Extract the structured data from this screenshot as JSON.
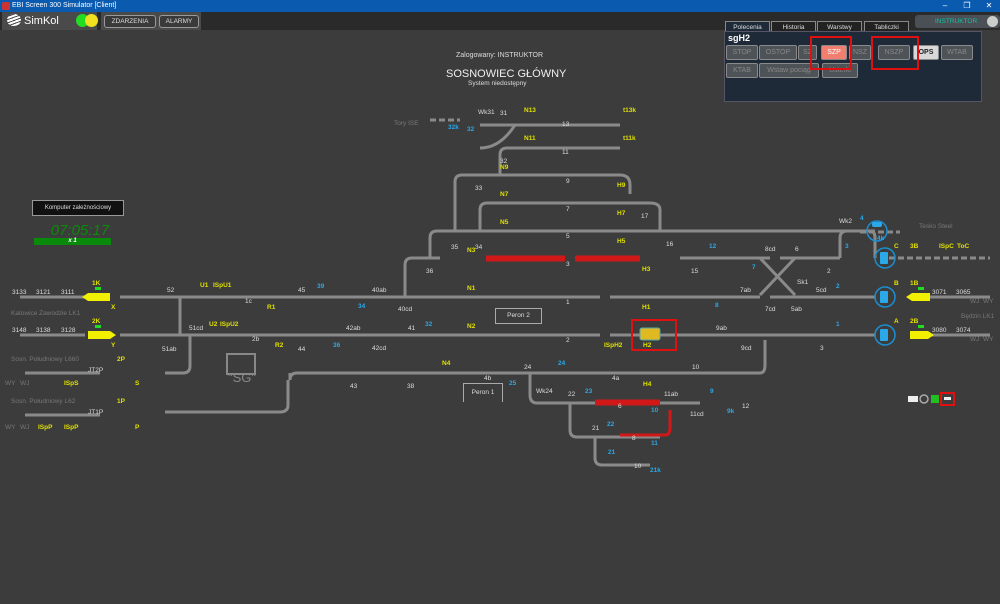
{
  "window": {
    "title": "EBI Screen 300 Simulator [Client]",
    "controls": [
      "–",
      "❐",
      "✕"
    ]
  },
  "logo": {
    "name": "SimKol"
  },
  "status_lamps": [
    {
      "color": "#22dd22"
    },
    {
      "color": "#f0e020"
    }
  ],
  "top_buttons": {
    "events": "ZDARZENIA",
    "alarms": "ALARMY"
  },
  "user": {
    "label": "INSTRUKTOR"
  },
  "panel": {
    "tabs": [
      "Polecenia",
      "Historia",
      "Warstwy",
      "Tabliczki"
    ],
    "active_tab": "Polecenia",
    "selected_object": "sgH2",
    "buttons_row1": [
      "STOP",
      "OSTOP",
      "SZ",
      "SZP",
      "NSZ",
      "NSZP",
      "OPS",
      "WTAB"
    ],
    "buttons_row2": [
      "KTAB",
      "Wstaw pociąg",
      "Usterki"
    ]
  },
  "header": {
    "logged_in": "Zalogowany: INSTRUKTOR",
    "station": "SOSNOWIEC GŁÓWNY",
    "system_status": "System niedostępny"
  },
  "interlocking": {
    "label": "Komputer zależnościowy",
    "clock": "07:05:17",
    "speed": "x 1"
  },
  "platforms": {
    "p1": "Peron 1",
    "p2": "Peron 2"
  },
  "sg_label": "\"SG\"",
  "lines": {
    "katowice": "Katowice Zawodzie LK1",
    "l660": "Sosn. Południowy L660",
    "l62": "Sosn. Południowy L62",
    "bedzin": "Będzin LK1",
    "tesko": "Tesko Steel",
    "tory_ise": "Tory ISE"
  },
  "labels_gray": [
    [
      "3133",
      12,
      289
    ],
    [
      "3121",
      36,
      289
    ],
    [
      "3111",
      61,
      289
    ],
    [
      "3148",
      12,
      327
    ],
    [
      "3138",
      36,
      327
    ],
    [
      "3128",
      61,
      327
    ],
    [
      "52",
      167,
      287
    ],
    [
      "1c",
      245,
      298
    ],
    [
      "2b",
      252,
      336
    ],
    [
      "51cd",
      189,
      325
    ],
    [
      "51ab",
      162,
      346
    ],
    [
      "45",
      298,
      287
    ],
    [
      "40ab",
      372,
      287
    ],
    [
      "40cd",
      398,
      306
    ],
    [
      "42ab",
      346,
      325
    ],
    [
      "42cd",
      372,
      345
    ],
    [
      "41",
      408,
      325
    ],
    [
      "44",
      298,
      346
    ],
    [
      "43",
      350,
      383
    ],
    [
      "38",
      407,
      383
    ],
    [
      "36",
      426,
      268
    ],
    [
      "35",
      451,
      244
    ],
    [
      "34",
      475,
      244
    ],
    [
      "33",
      475,
      185
    ],
    [
      "32",
      500,
      158
    ],
    [
      "31",
      500,
      110
    ],
    [
      "Wk31",
      478,
      109
    ],
    [
      "13",
      562,
      121
    ],
    [
      "11",
      562,
      149
    ],
    [
      "9",
      566,
      178
    ],
    [
      "7",
      566,
      206
    ],
    [
      "5",
      566,
      233
    ],
    [
      "3",
      566,
      261
    ],
    [
      "1",
      566,
      299
    ],
    [
      "2",
      566,
      337
    ],
    [
      "17",
      641,
      213
    ],
    [
      "16",
      666,
      241
    ],
    [
      "15",
      691,
      268
    ],
    [
      "24",
      524,
      364
    ],
    [
      "4b",
      484,
      375
    ],
    [
      "4a",
      612,
      375
    ],
    [
      "10",
      692,
      364
    ],
    [
      "Wk24",
      536,
      388
    ],
    [
      "22",
      568,
      391
    ],
    [
      "6",
      618,
      403
    ],
    [
      "11ab",
      664,
      391
    ],
    [
      "11cd",
      690,
      411
    ],
    [
      "21",
      592,
      425
    ],
    [
      "8",
      632,
      435
    ],
    [
      "10",
      634,
      463
    ],
    [
      "12",
      742,
      403
    ],
    [
      "8cd",
      765,
      246
    ],
    [
      "6",
      795,
      246
    ],
    [
      "Sk1",
      797,
      279
    ],
    [
      "7ab",
      740,
      287
    ],
    [
      "7cd",
      765,
      306
    ],
    [
      "5ab",
      791,
      306
    ],
    [
      "5cd",
      816,
      287
    ],
    [
      "2",
      827,
      268
    ],
    [
      "9ab",
      716,
      325
    ],
    [
      "9cd",
      741,
      345
    ],
    [
      "3",
      820,
      345
    ],
    [
      "Wk2",
      839,
      218
    ],
    [
      "3071",
      932,
      289
    ],
    [
      "3065",
      956,
      289
    ],
    [
      "3080",
      932,
      327
    ],
    [
      "3074",
      956,
      327
    ],
    [
      "JT2P",
      88,
      367
    ],
    [
      "JT1P",
      88,
      409
    ]
  ],
  "labels_yellow": [
    [
      "1K",
      92,
      280
    ],
    [
      "2K",
      92,
      318
    ],
    [
      "X",
      111,
      304
    ],
    [
      "Y",
      111,
      342
    ],
    [
      "U1",
      200,
      282
    ],
    [
      "ISpU1",
      213,
      282
    ],
    [
      "U2",
      209,
      321
    ],
    [
      "ISpU2",
      220,
      321
    ],
    [
      "R1",
      267,
      304
    ],
    [
      "R2",
      275,
      342
    ],
    [
      "N13",
      524,
      107
    ],
    [
      "N11",
      524,
      135
    ],
    [
      "N9",
      500,
      164
    ],
    [
      "N7",
      500,
      191
    ],
    [
      "N5",
      500,
      219
    ],
    [
      "N3",
      467,
      247
    ],
    [
      "N1",
      467,
      285
    ],
    [
      "N2",
      467,
      323
    ],
    [
      "N4",
      442,
      360
    ],
    [
      "t13k",
      623,
      107
    ],
    [
      "t11k",
      623,
      135
    ],
    [
      "H9",
      617,
      182
    ],
    [
      "H7",
      617,
      210
    ],
    [
      "H5",
      617,
      238
    ],
    [
      "H3",
      642,
      266
    ],
    [
      "H1",
      642,
      304
    ],
    [
      "ISpH2",
      604,
      342
    ],
    [
      "H2",
      643,
      342
    ],
    [
      "H4",
      643,
      381
    ],
    [
      "2P",
      117,
      356
    ],
    [
      "1P",
      117,
      398
    ],
    [
      "S",
      135,
      380
    ],
    [
      "P",
      135,
      424
    ],
    [
      "ISpS",
      64,
      380
    ],
    [
      "ISpP",
      38,
      424
    ],
    [
      "ISpP",
      64,
      424
    ],
    [
      "C",
      894,
      243
    ],
    [
      "3B",
      910,
      243
    ],
    [
      "ISpC",
      939,
      243
    ],
    [
      "ToC",
      957,
      243
    ],
    [
      "B",
      894,
      280
    ],
    [
      "1B",
      910,
      280
    ],
    [
      "A",
      894,
      318
    ],
    [
      "2B",
      910,
      318
    ]
  ],
  "labels_cyan": [
    [
      "32k",
      448,
      124
    ],
    [
      "32",
      467,
      126
    ],
    [
      "39",
      317,
      283
    ],
    [
      "34",
      358,
      303
    ],
    [
      "36",
      333,
      342
    ],
    [
      "32",
      425,
      321
    ],
    [
      "12",
      709,
      243
    ],
    [
      "7",
      752,
      264
    ],
    [
      "8",
      715,
      302
    ],
    [
      "3",
      845,
      243
    ],
    [
      "4",
      860,
      215
    ],
    [
      "4k",
      877,
      235
    ],
    [
      "2",
      836,
      283
    ],
    [
      "1",
      836,
      321
    ],
    [
      "25",
      509,
      380
    ],
    [
      "24",
      558,
      360
    ],
    [
      "23",
      585,
      388
    ],
    [
      "10",
      651,
      407
    ],
    [
      "22",
      607,
      421
    ],
    [
      "11",
      651,
      440
    ],
    [
      "21",
      608,
      449
    ],
    [
      "21k",
      650,
      467
    ],
    [
      "9",
      710,
      388
    ],
    [
      "9k",
      727,
      408
    ]
  ],
  "labels_dim": [
    [
      "WY",
      5,
      380
    ],
    [
      "WJ",
      20,
      380
    ],
    [
      "WY",
      5,
      424
    ],
    [
      "WJ",
      20,
      424
    ],
    [
      "WJ",
      970,
      298
    ],
    [
      "WY",
      983,
      298
    ],
    [
      "WJ",
      970,
      336
    ],
    [
      "WY",
      983,
      336
    ]
  ]
}
